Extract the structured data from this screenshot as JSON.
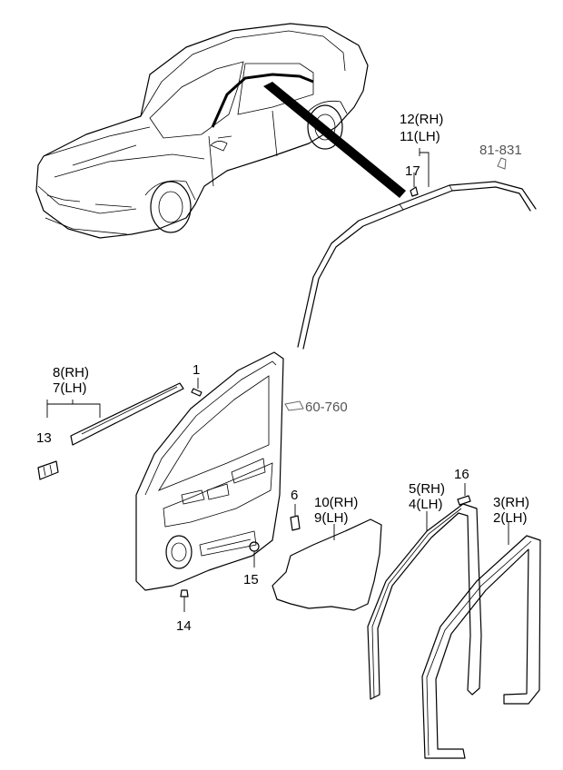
{
  "callouts": {
    "c1": "1",
    "c2": "2(LH)",
    "c3": "3(RH)",
    "c4": "4(LH)",
    "c5": "5(RH)",
    "c6": "6",
    "c7": "7(LH)",
    "c8": "8(RH)",
    "c9": "9(LH)",
    "c10": "10(RH)",
    "c11": "11(LH)",
    "c12": "12(RH)",
    "c13": "13",
    "c14": "14",
    "c15": "15",
    "c16": "16",
    "c17": "17"
  },
  "references": {
    "roof_molding_ref": "81-831",
    "door_trim_ref": "60-760"
  }
}
